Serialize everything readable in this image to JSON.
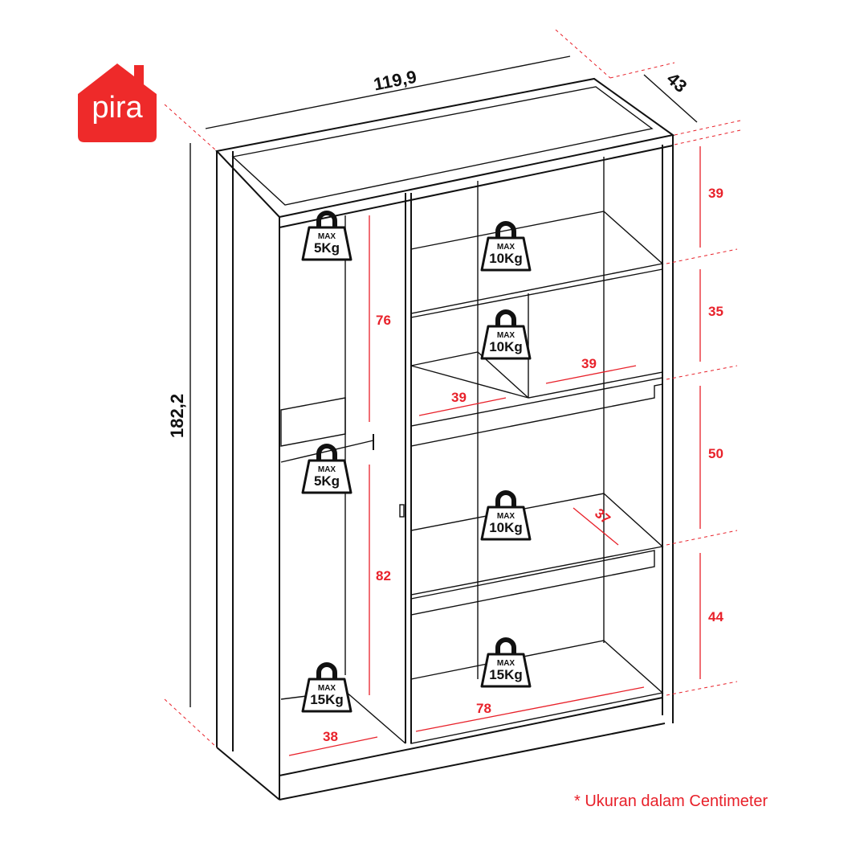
{
  "brand": {
    "name": "pira",
    "color": "#ee2a2a"
  },
  "dimensions": {
    "width": "119,9",
    "depth": "43",
    "height": "182,2"
  },
  "left_section": {
    "upper_height": "76",
    "lower_height": "82",
    "bottom_depth": "38"
  },
  "right_section": {
    "shelf_heights": [
      "39",
      "35",
      "50",
      "44"
    ],
    "drawer_left_width": "39",
    "drawer_right_width": "39",
    "shelf_depth": "37",
    "bottom_width": "78"
  },
  "weights": [
    {
      "max": "MAX",
      "value": "5Kg"
    },
    {
      "max": "MAX",
      "value": "10Kg"
    },
    {
      "max": "MAX",
      "value": "10Kg"
    },
    {
      "max": "MAX",
      "value": "5Kg"
    },
    {
      "max": "MAX",
      "value": "10Kg"
    },
    {
      "max": "MAX",
      "value": "15Kg"
    },
    {
      "max": "MAX",
      "value": "15Kg"
    }
  ],
  "note": "* Ukuran dalam Centimeter",
  "colors": {
    "accent": "#e8212a",
    "line": "#111111"
  }
}
